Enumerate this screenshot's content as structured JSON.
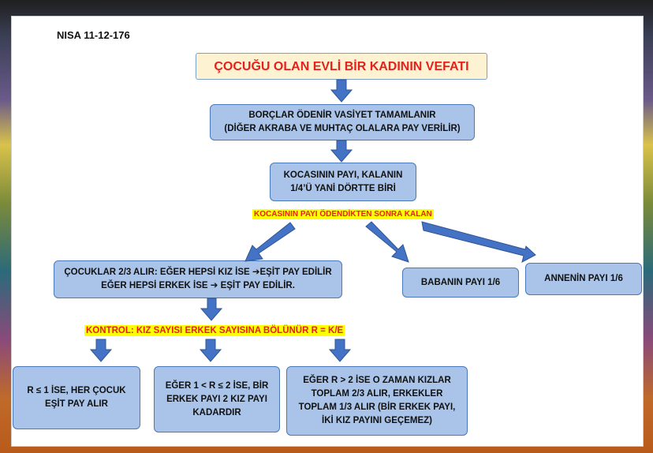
{
  "code": "NISA 11-12-176",
  "title": "ÇOCUĞU OLAN EVLİ BİR KADININ VEFATI",
  "step1": {
    "line1": "BORÇLAR ÖDENİR VASİYET TAMAMLANIR",
    "line2": "(DİĞER AKRABA VE MUHTAÇ OLALARA PAY VERİLİR)"
  },
  "step2": {
    "line1": "KOCASININ PAYI, KALANIN",
    "line2": "1/4’Ü YANİ DÖRTTE BİRİ"
  },
  "remainder_note": "KOCASININ PAYI ÖDENDİKTEN SONRA KALAN",
  "children": {
    "line1": "ÇOCUKLAR 2/3 ALIR: EĞER HEPSİ KIZ İSE ➔EŞİT PAY EDİLİR",
    "line2": "EĞER HEPSİ ERKEK İSE ➔ EŞİT PAY EDİLİR."
  },
  "father": "BABANIN PAYI 1/6",
  "mother": "ANNENİN PAYI 1/6",
  "control": "KONTROL: KIZ SAYISI ERKEK SAYISINA BÖLÜNÜR R = K/E",
  "case1": {
    "line1": "R ≤ 1 İSE, HER ÇOCUK",
    "line2": "EŞİT PAY ALIR"
  },
  "case2": {
    "line1": "EĞER 1 < R ≤ 2 İSE, BİR",
    "line2": "ERKEK PAYI 2 KIZ PAYI",
    "line3": "KADARDIR"
  },
  "case3": {
    "line1": "EĞER R > 2 İSE O ZAMAN KIZLAR",
    "line2": "TOPLAM 2/3 ALIR, ERKEKLER",
    "line3": "TOPLAM 1/3 ALIR (BİR ERKEK PAYI,",
    "line4": "İKİ KIZ PAYINI GEÇEMEZ)"
  },
  "colors": {
    "box_fill": "#a9c4e8",
    "box_border": "#4a78b8",
    "arrow": "#4472c4",
    "title_text": "#e5211b",
    "highlight": "#ffff00"
  }
}
